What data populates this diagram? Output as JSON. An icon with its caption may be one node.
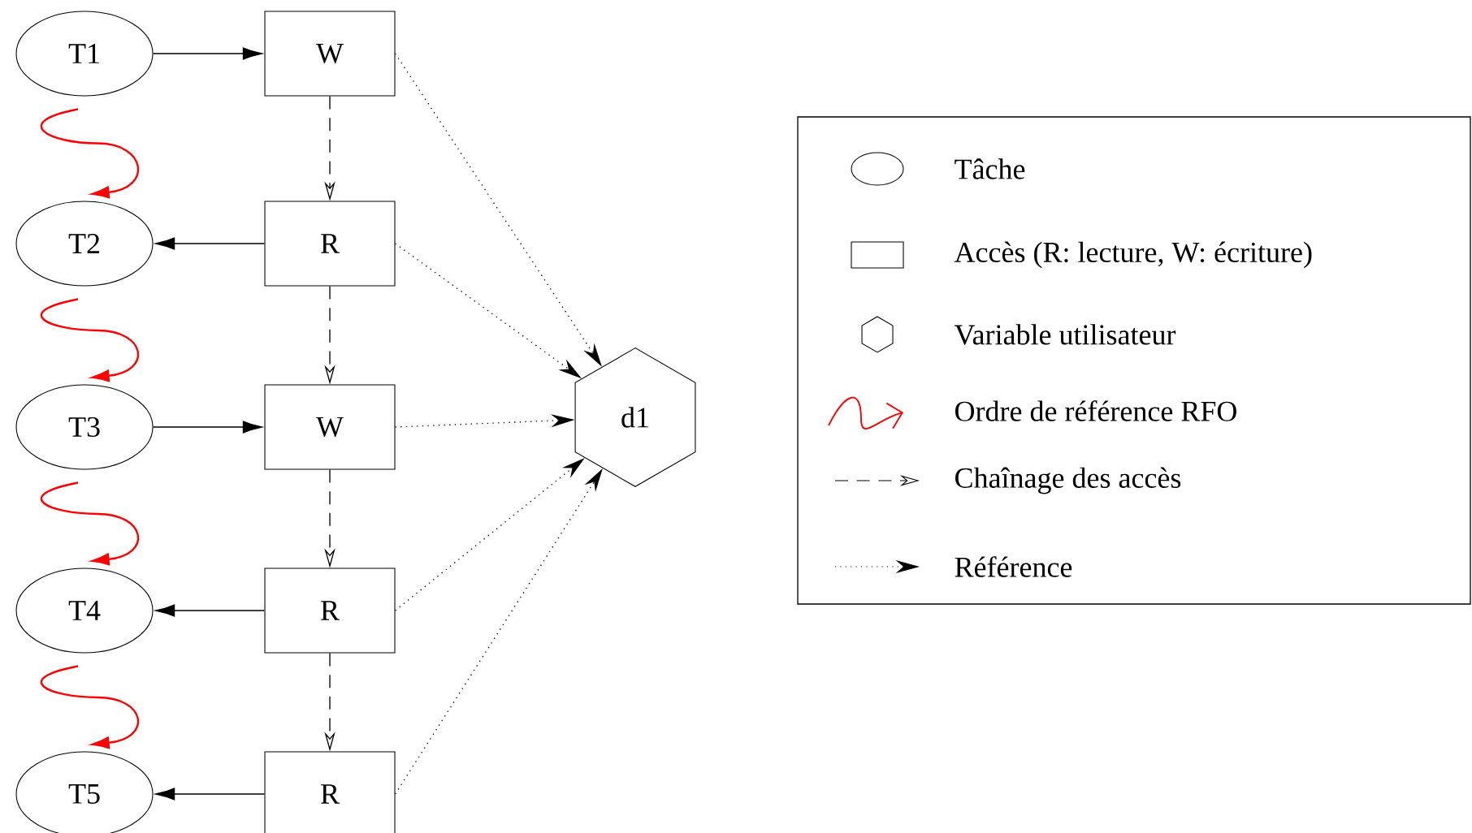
{
  "diagram": {
    "nodes": [
      {
        "text": [
          "T1"
        ]
      },
      {
        "text": [
          "T2"
        ]
      },
      {
        "text": [
          "T3"
        ]
      },
      {
        "text": [
          "T4"
        ]
      },
      {
        "text": [
          "T5"
        ]
      },
      {
        "text": [
          "W"
        ]
      },
      {
        "text": [
          "R"
        ]
      },
      {
        "text": [
          "W"
        ]
      },
      {
        "text": [
          "R"
        ]
      },
      {
        "text": [
          "R"
        ]
      },
      {
        "text": [
          "d1"
        ]
      }
    ],
    "edges": [
      {
        "from": 0,
        "to": 5,
        "arrow": "to"
      },
      {
        "from": 6,
        "to": 1,
        "arrow": "to"
      },
      {
        "from": 2,
        "to": 7,
        "arrow": "to"
      },
      {
        "from": 8,
        "to": 3,
        "arrow": "to"
      },
      {
        "from": 9,
        "to": 4,
        "arrow": "to"
      },
      {
        "from": 0,
        "to": 1,
        "arrow": "to",
        "color": "#ff0000"
      },
      {
        "from": 1,
        "to": 2,
        "arrow": "to",
        "color": "#ff0000"
      },
      {
        "from": 2,
        "to": 3,
        "arrow": "to",
        "color": "#ff0000"
      },
      {
        "from": 3,
        "to": 4,
        "arrow": "to",
        "color": "#ff0000"
      },
      {
        "from": 5,
        "to": 6,
        "arrow": "to",
        "style": "dashed"
      },
      {
        "from": 6,
        "to": 7,
        "arrow": "to",
        "style": "dashed"
      },
      {
        "from": 7,
        "to": 8,
        "arrow": "to",
        "style": "dashed"
      },
      {
        "from": 8,
        "to": 9,
        "arrow": "to",
        "style": "dashed"
      },
      {
        "from": 5,
        "to": 10,
        "arrow": "to",
        "style": "dashed"
      },
      {
        "from": 6,
        "to": 10,
        "arrow": "to",
        "style": "dashed"
      },
      {
        "from": 7,
        "to": 10,
        "arrow": "to",
        "style": "dashed"
      },
      {
        "from": 8,
        "to": 10,
        "arrow": "to",
        "style": "dashed"
      },
      {
        "from": 9,
        "to": 10,
        "arrow": "to",
        "style": "dashed"
      }
    ],
    "legend": [
      {
        "text": "Tâche"
      },
      {
        "text": "Accès (R: lecture, W: écriture)"
      },
      {
        "text": "Variable utilisateur"
      },
      {
        "text": "Ordre de référence RFO"
      },
      {
        "text": "Chaînage des accès"
      },
      {
        "text": "Référence"
      }
    ]
  }
}
